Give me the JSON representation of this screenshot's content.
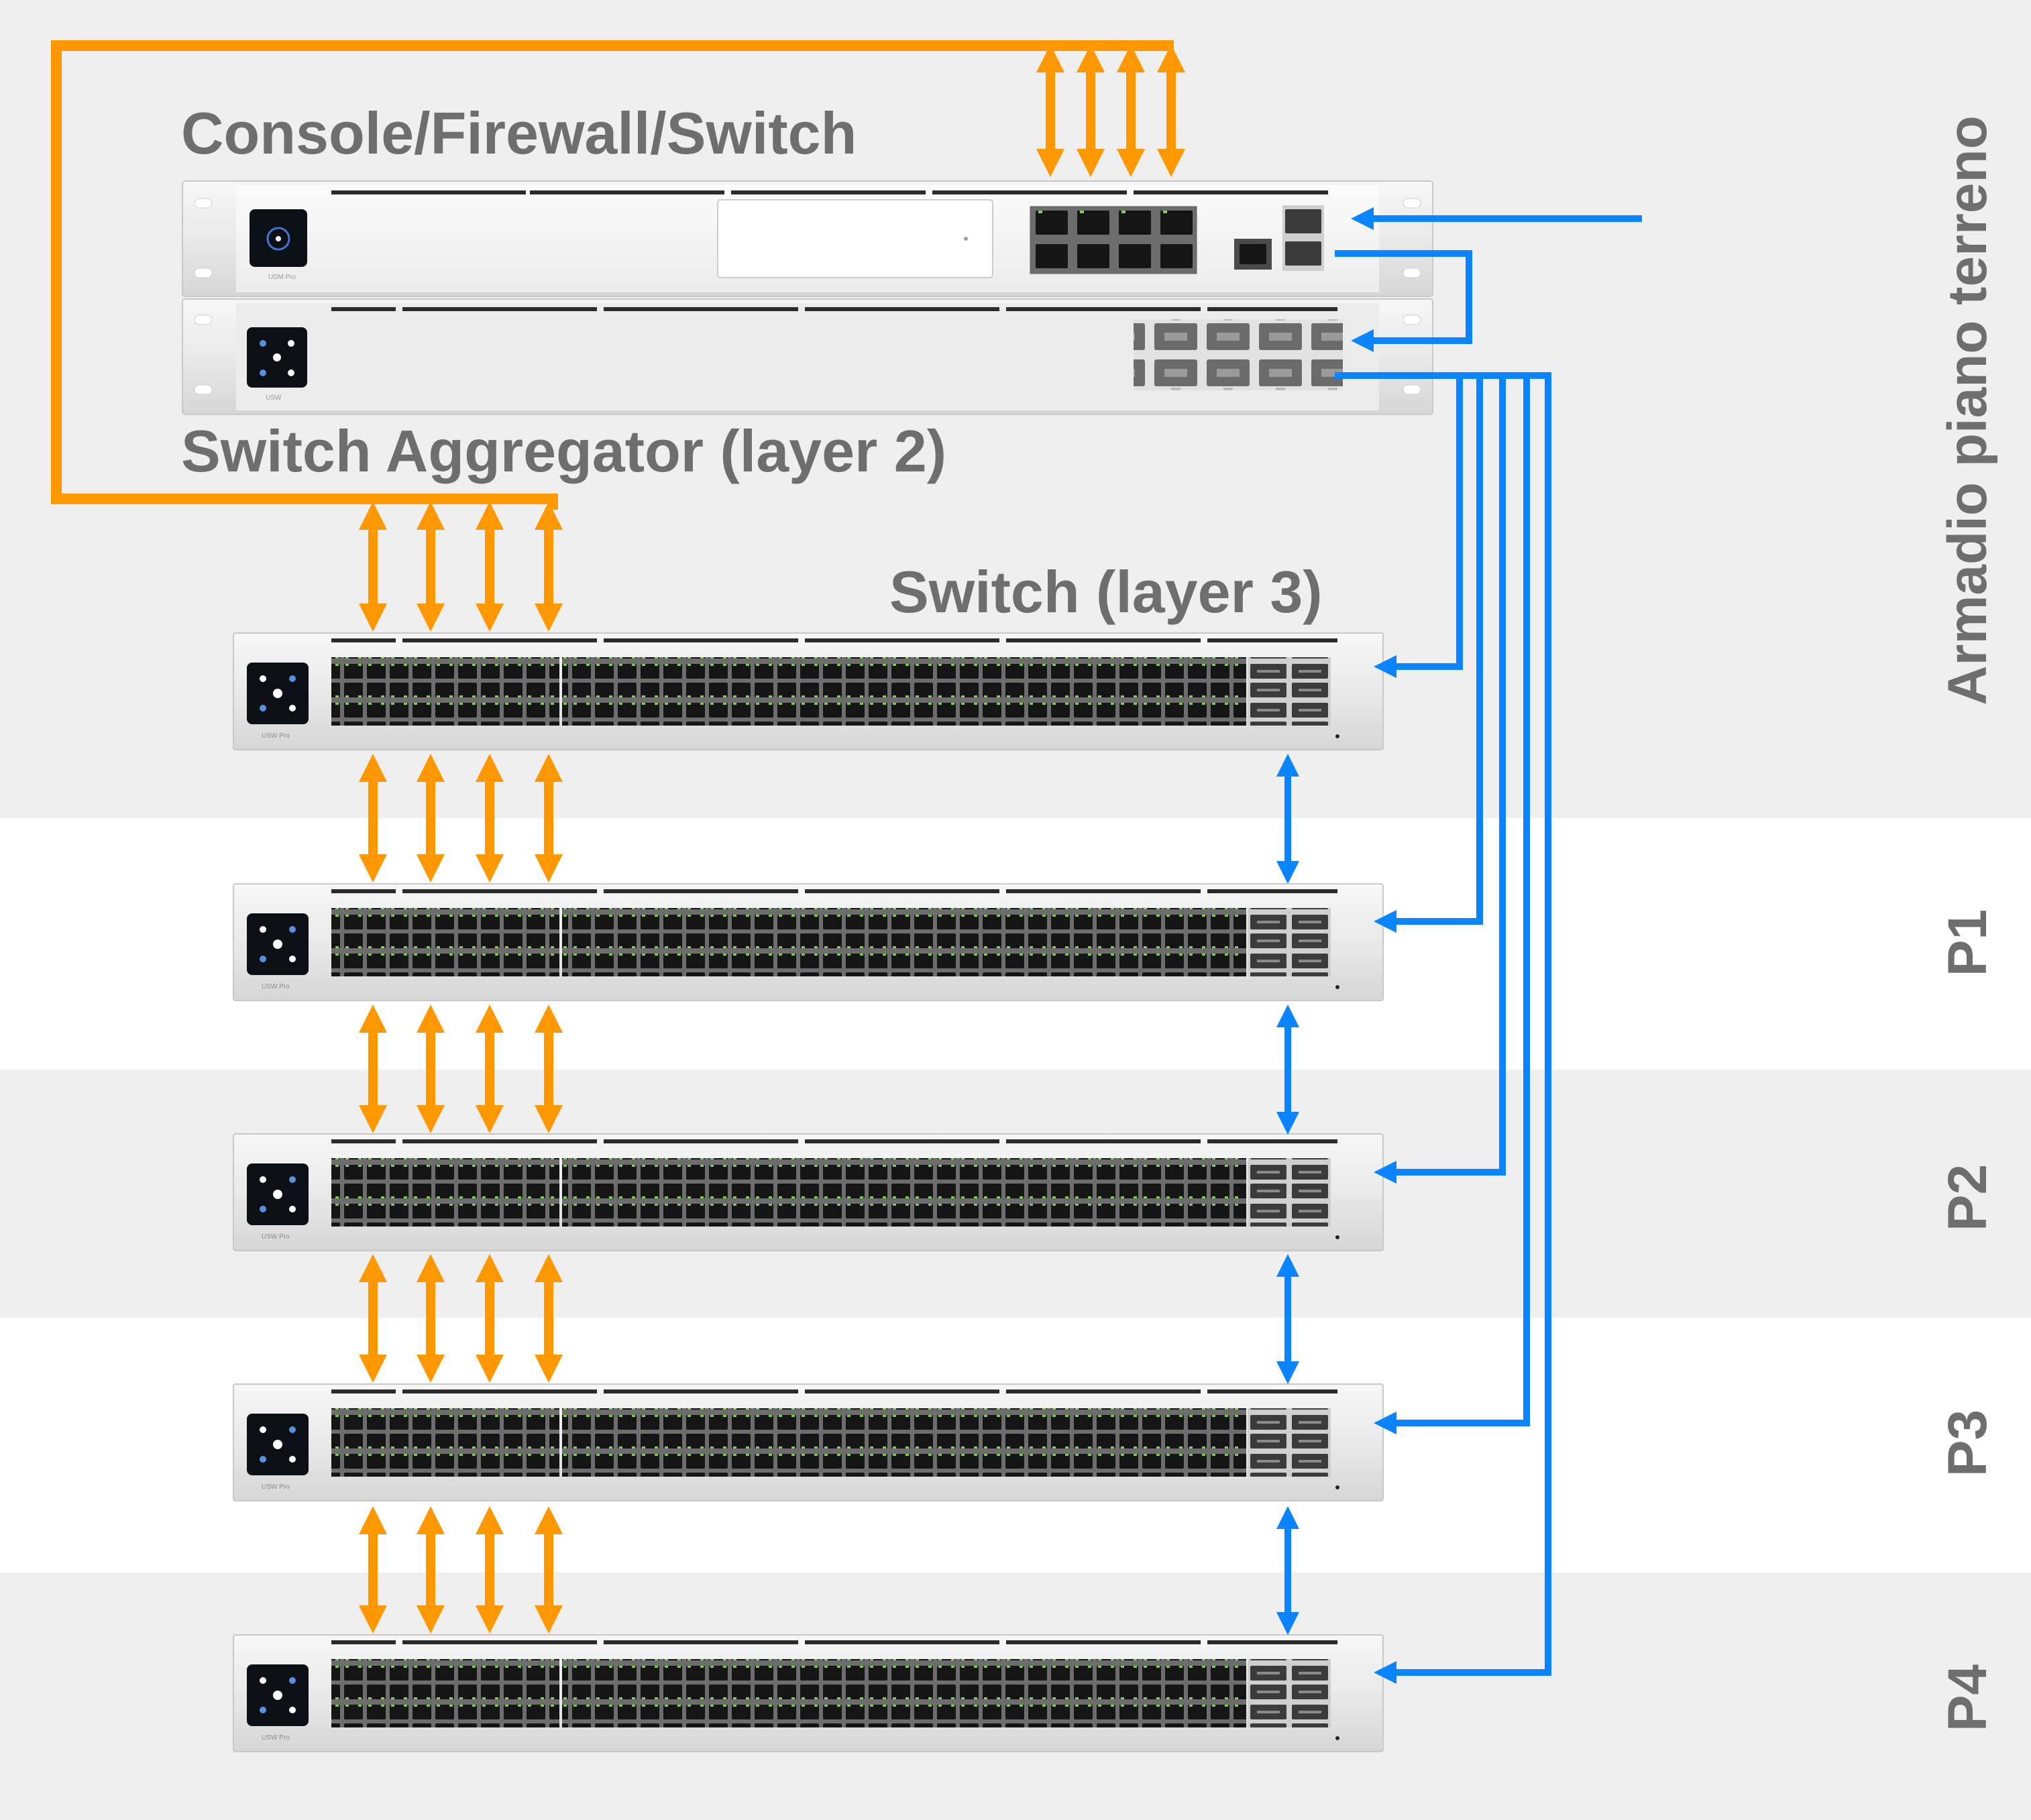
{
  "labels": {
    "console": "Console/Firewall/Switch",
    "aggregator": "Switch Aggregator (layer 2)",
    "switch_l3": "Switch (layer 3)"
  },
  "floors": [
    {
      "label": "Armadio piano terreno",
      "shade": "#efefef"
    },
    {
      "label": "P1",
      "shade": "#ffffff"
    },
    {
      "label": "P2",
      "shade": "#efefef"
    },
    {
      "label": "P3",
      "shade": "#ffffff"
    },
    {
      "label": "P4",
      "shade": "#efefef"
    }
  ],
  "device_tags": {
    "udm": "UDM Pro",
    "agg": "USW",
    "sw": "USW Pro"
  },
  "colors": {
    "orange": "#ff9800",
    "blue": "#0a84ff",
    "label": "#6e6e6e",
    "band": "#efefef"
  }
}
